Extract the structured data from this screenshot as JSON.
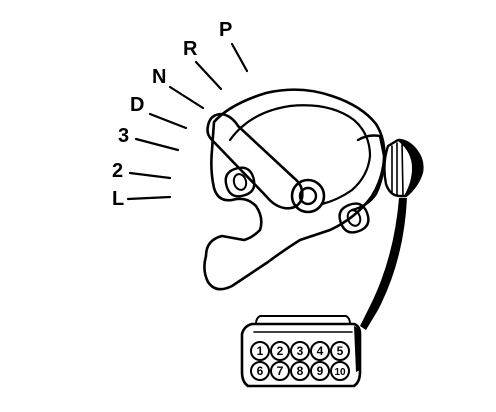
{
  "gear_labels": [
    {
      "id": "P",
      "text": "P"
    },
    {
      "id": "R",
      "text": "R"
    },
    {
      "id": "N",
      "text": "N"
    },
    {
      "id": "D",
      "text": "D"
    },
    {
      "id": "3",
      "text": "3"
    },
    {
      "id": "2",
      "text": "2"
    },
    {
      "id": "L",
      "text": "L"
    }
  ],
  "connector_pins": {
    "top_row": [
      "1",
      "2",
      "3",
      "4",
      "5"
    ],
    "bottom_row": [
      "6",
      "7",
      "8",
      "9",
      "10"
    ]
  },
  "colors": {
    "line": "#000000",
    "background": "#ffffff"
  }
}
